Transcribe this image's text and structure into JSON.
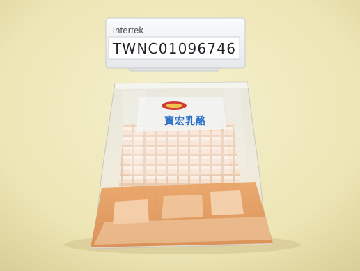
{
  "placard": {
    "brand": "intertek",
    "code": "TWNC01096746"
  },
  "bag": {
    "label": "寶宏乳酪"
  },
  "colors": {
    "background": "#efe8b9",
    "placard": "#f4f5f6",
    "bag_band": "#e9a264",
    "cubes": "#f4dbc6",
    "label_blue": "#2a6fc8"
  }
}
